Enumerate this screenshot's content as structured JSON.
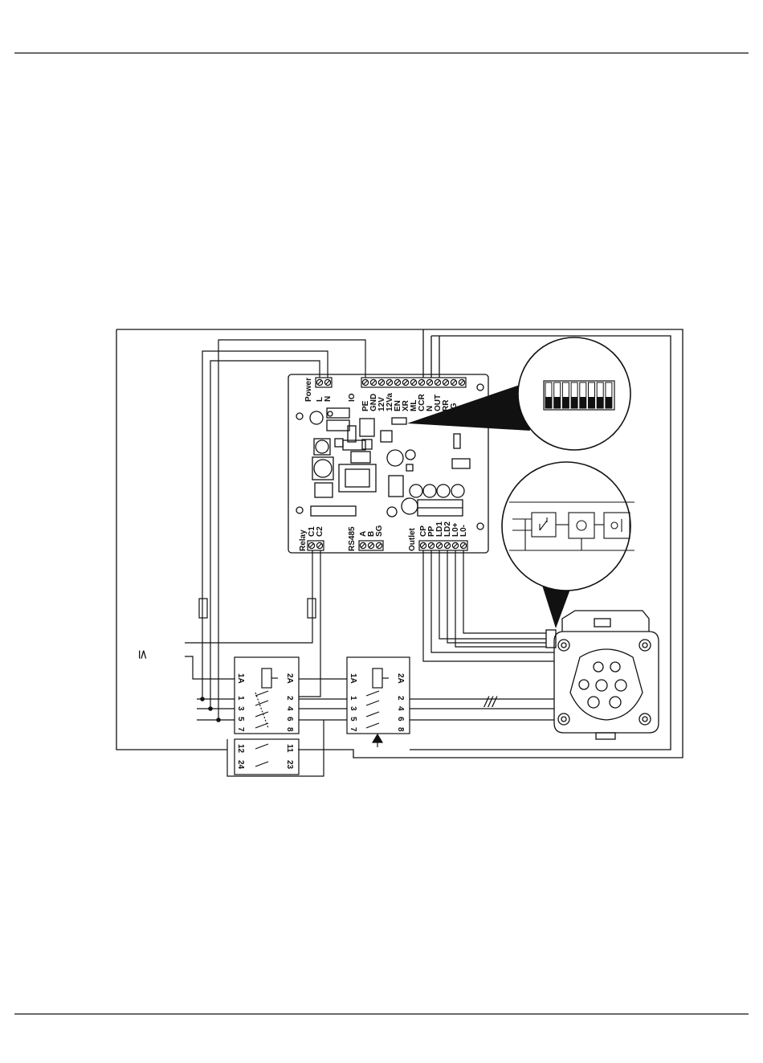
{
  "controller": {
    "power": {
      "header": "Power",
      "pins": [
        "L",
        "N"
      ]
    },
    "io": {
      "header": "IO",
      "pins": [
        "PE",
        "GND",
        "12V",
        "12Va",
        "EN",
        "XR",
        "ML",
        "CCR",
        "N",
        "OUT",
        "RR",
        "IG",
        "N"
      ]
    },
    "relay": {
      "header": "Relay",
      "pins": [
        "C1",
        "C2"
      ]
    },
    "rs485": {
      "header": "RS485",
      "pins": [
        "A",
        "B",
        "SG"
      ]
    },
    "outlet": {
      "header": "Outlet",
      "pins": [
        "CP",
        "PP",
        "LD1",
        "LD2",
        "L0+",
        "L0-"
      ]
    }
  },
  "contactor1": {
    "coil": [
      "1A",
      "2A"
    ],
    "rows": [
      [
        "1",
        "2"
      ],
      [
        "3",
        "4"
      ],
      [
        "5",
        "6"
      ],
      [
        "7",
        "8"
      ]
    ]
  },
  "contactor2": {
    "coil": [
      "1A",
      "2A"
    ],
    "rows": [
      [
        "1",
        "2"
      ],
      [
        "3",
        "4"
      ],
      [
        "5",
        "6"
      ],
      [
        "7",
        "8"
      ]
    ]
  },
  "aux_contact": {
    "rows": [
      [
        "12",
        "11"
      ],
      [
        "24",
        "23"
      ]
    ]
  },
  "supply_symbol": "≤",
  "cable_marker": "///",
  "dip_switch_count": 8,
  "colors": {
    "line": "#111111",
    "background": "#ffffff"
  }
}
